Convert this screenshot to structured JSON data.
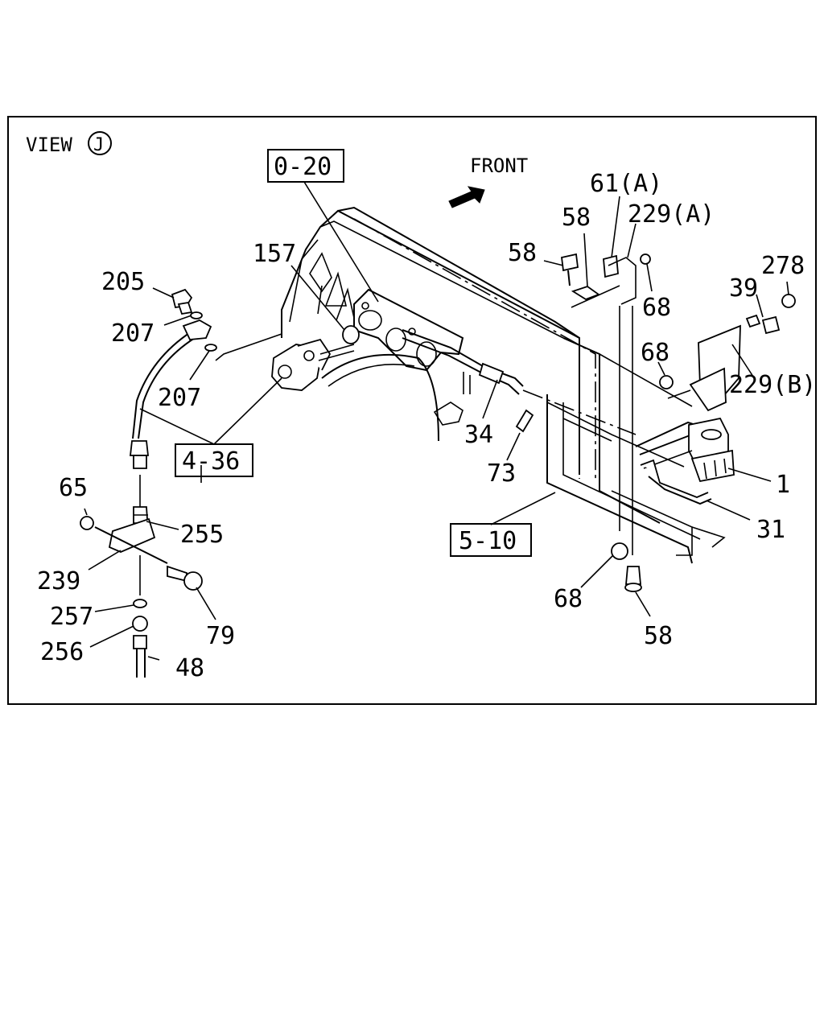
{
  "view": {
    "label": "VIEW",
    "circle_letter": "J"
  },
  "direction": {
    "label": "FRONT"
  },
  "ref_boxes": [
    {
      "id": "ref-0-20",
      "text": "0-20"
    },
    {
      "id": "ref-4-36",
      "text": "4-36"
    },
    {
      "id": "ref-5-10",
      "text": "5-10"
    }
  ],
  "callouts": [
    {
      "id": "157",
      "text": "157"
    },
    {
      "id": "205",
      "text": "205"
    },
    {
      "id": "207a",
      "text": "207"
    },
    {
      "id": "207b",
      "text": "207"
    },
    {
      "id": "34",
      "text": "34"
    },
    {
      "id": "73",
      "text": "73"
    },
    {
      "id": "65",
      "text": "65"
    },
    {
      "id": "255",
      "text": "255"
    },
    {
      "id": "239",
      "text": "239"
    },
    {
      "id": "257",
      "text": "257"
    },
    {
      "id": "256",
      "text": "256"
    },
    {
      "id": "79",
      "text": "79"
    },
    {
      "id": "48",
      "text": "48"
    },
    {
      "id": "61a",
      "text": "61(A)"
    },
    {
      "id": "58a",
      "text": "58"
    },
    {
      "id": "58b",
      "text": "58"
    },
    {
      "id": "229a",
      "text": "229(A)"
    },
    {
      "id": "68a",
      "text": "68"
    },
    {
      "id": "278",
      "text": "278"
    },
    {
      "id": "39",
      "text": "39"
    },
    {
      "id": "68b",
      "text": "68"
    },
    {
      "id": "229b",
      "text": "229(B)"
    },
    {
      "id": "1",
      "text": "1"
    },
    {
      "id": "31",
      "text": "31"
    },
    {
      "id": "68c",
      "text": "68"
    },
    {
      "id": "58c",
      "text": "58"
    }
  ]
}
